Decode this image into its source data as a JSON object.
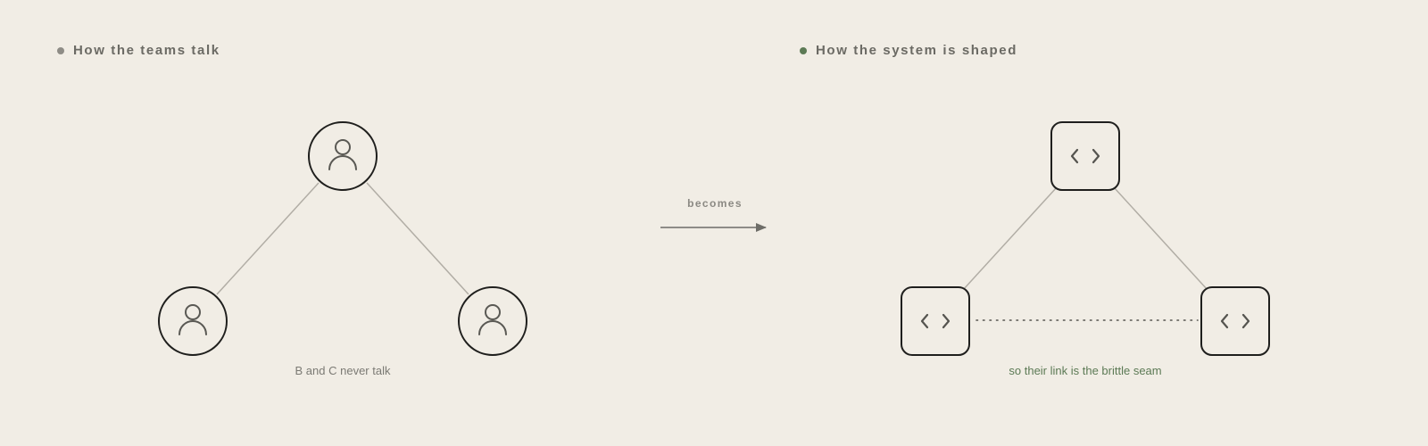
{
  "colors": {
    "background": "#f1ede5",
    "outline": "#1f1f1d",
    "edge": "#b1ada5",
    "accent_green": "#5c7a55",
    "muted_text": "#7b7a74"
  },
  "left_panel": {
    "title": "How the teams talk",
    "caption": "B and C never talk",
    "nodes": [
      {
        "id": "A",
        "icon": "person-icon"
      },
      {
        "id": "B",
        "icon": "person-icon"
      },
      {
        "id": "C",
        "icon": "person-icon"
      }
    ],
    "edges": [
      [
        "A",
        "B"
      ],
      [
        "A",
        "C"
      ]
    ]
  },
  "transition": {
    "label": "becomes",
    "icon": "arrow-right-icon"
  },
  "right_panel": {
    "title": "How the system is shaped",
    "caption": "so their link is the brittle seam",
    "nodes": [
      {
        "id": "A",
        "icon": "code-icon"
      },
      {
        "id": "B",
        "icon": "code-icon"
      },
      {
        "id": "C",
        "icon": "code-icon"
      }
    ],
    "edges": [
      [
        "A",
        "B"
      ],
      [
        "A",
        "C"
      ]
    ],
    "dotted_edges": [
      [
        "B",
        "C"
      ]
    ]
  }
}
